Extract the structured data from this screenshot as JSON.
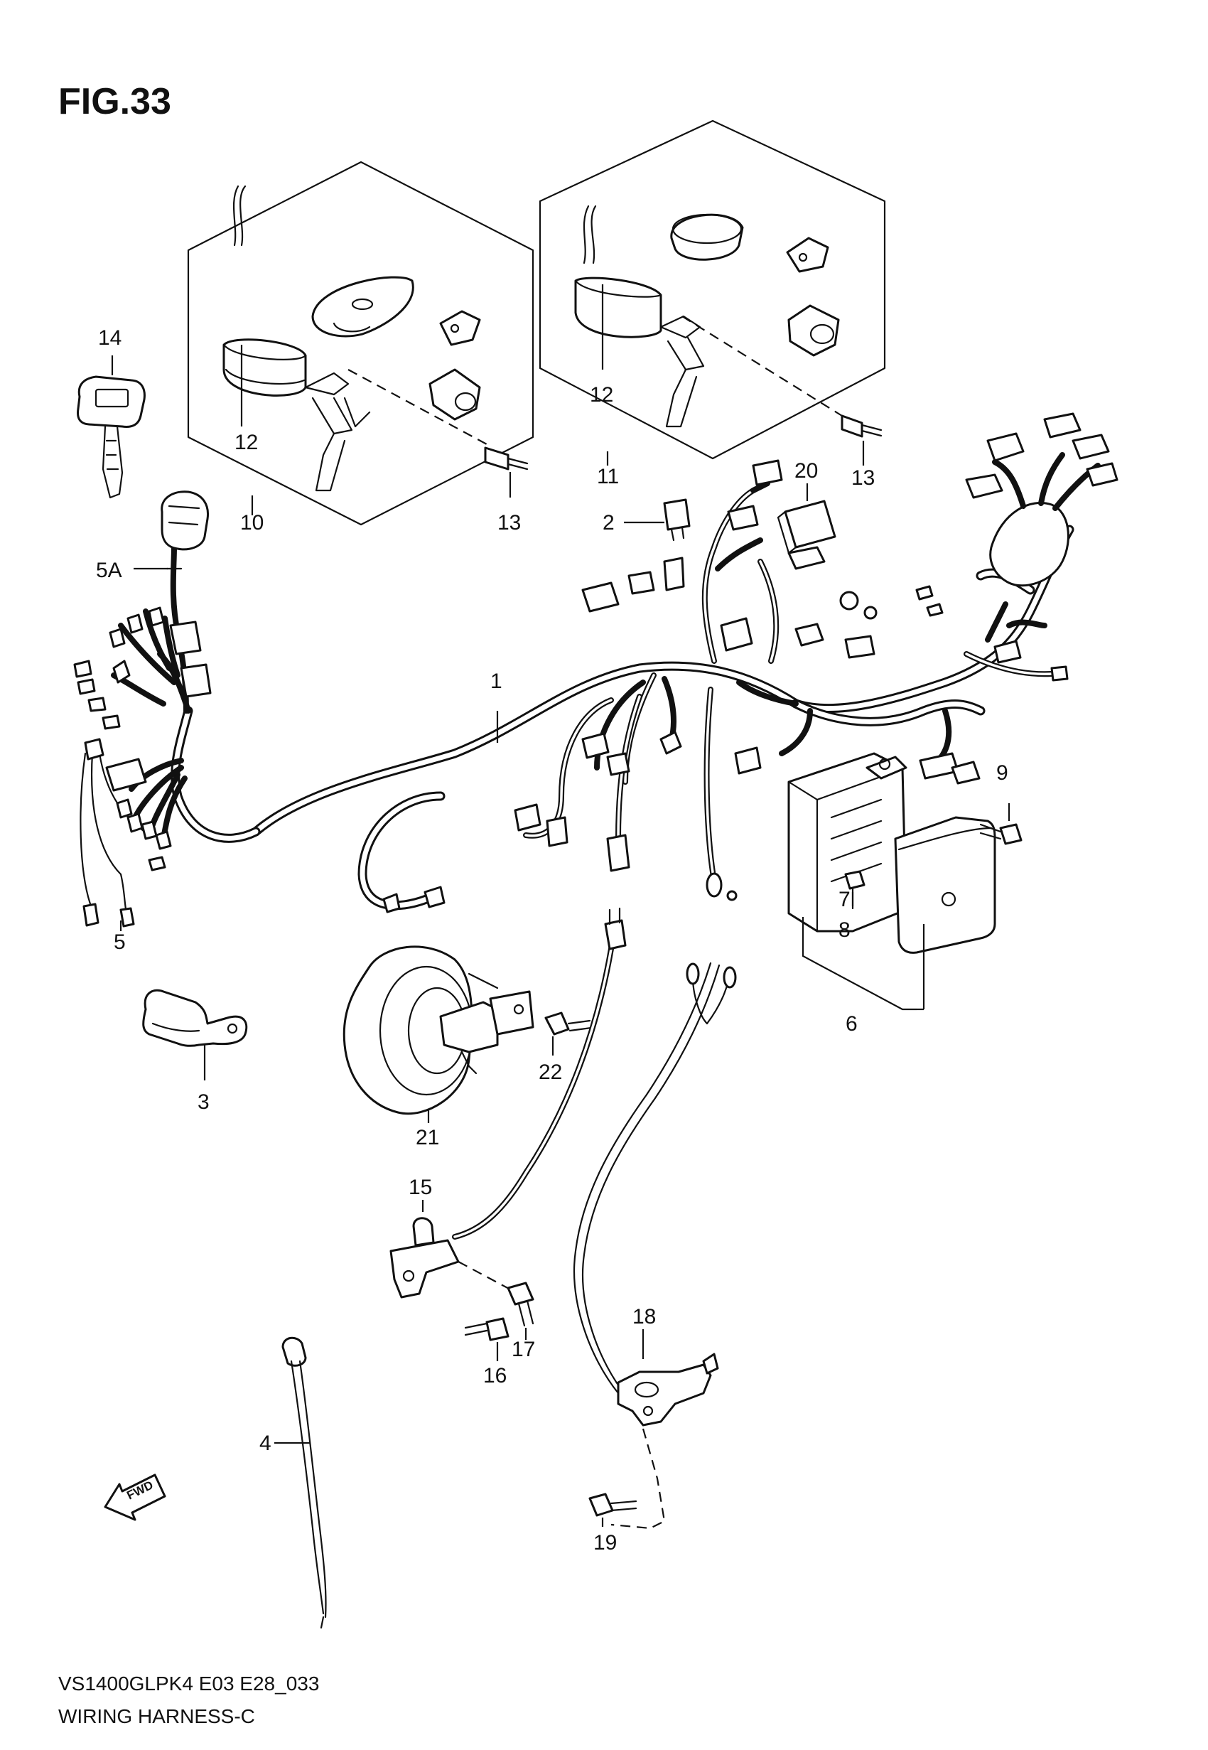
{
  "figure": {
    "title": "FIG.33",
    "footer_code": "VS1400GLPK4 E03 E28_033",
    "footer_name": "WIRING HARNESS-C",
    "fwd_label": "FWD"
  },
  "callouts": [
    {
      "id": "c1",
      "text": "1"
    },
    {
      "id": "c2",
      "text": "2"
    },
    {
      "id": "c3",
      "text": "3"
    },
    {
      "id": "c4",
      "text": "4"
    },
    {
      "id": "c5",
      "text": "5"
    },
    {
      "id": "c5a",
      "text": "5A"
    },
    {
      "id": "c6",
      "text": "6"
    },
    {
      "id": "c7",
      "text": "7"
    },
    {
      "id": "c8",
      "text": "8"
    },
    {
      "id": "c9",
      "text": "9"
    },
    {
      "id": "c10",
      "text": "10"
    },
    {
      "id": "c11",
      "text": "11"
    },
    {
      "id": "c12a",
      "text": "12"
    },
    {
      "id": "c12b",
      "text": "12"
    },
    {
      "id": "c13a",
      "text": "13"
    },
    {
      "id": "c13b",
      "text": "13"
    },
    {
      "id": "c14",
      "text": "14"
    },
    {
      "id": "c15",
      "text": "15"
    },
    {
      "id": "c16",
      "text": "16"
    },
    {
      "id": "c17",
      "text": "17"
    },
    {
      "id": "c18",
      "text": "18"
    },
    {
      "id": "c19",
      "text": "19"
    },
    {
      "id": "c20",
      "text": "20"
    },
    {
      "id": "c21",
      "text": "21"
    },
    {
      "id": "c22",
      "text": "22"
    }
  ]
}
